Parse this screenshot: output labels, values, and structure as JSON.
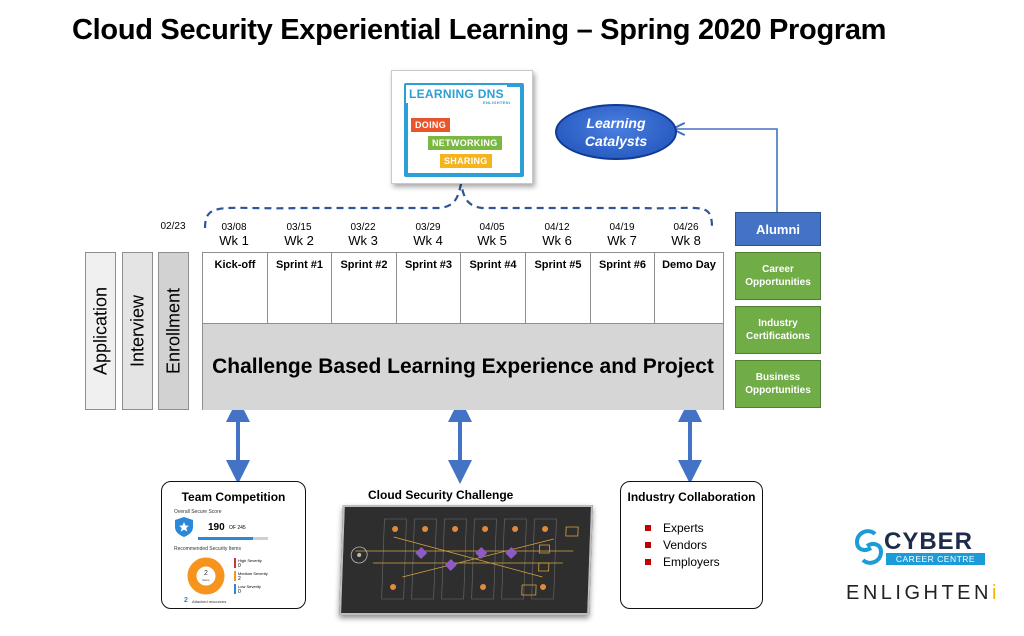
{
  "title": "Cloud Security Experiential Learning – Spring 2020 Program",
  "logo": {
    "top": "LEARNING",
    "dns": "DNS",
    "sub": "ENLIGHTENi",
    "bars": [
      {
        "label": "DOING",
        "color": "#e8552a"
      },
      {
        "label": "NETWORKING",
        "color": "#7bb843"
      },
      {
        "label": "SHARING",
        "color": "#f5b31e"
      }
    ]
  },
  "catalysts": {
    "line1": "Learning",
    "line2": "Catalysts"
  },
  "stages": [
    "Application",
    "Interview",
    "Enrollment"
  ],
  "pre_date": "02/23",
  "weeks": [
    {
      "date": "03/08",
      "week": "Wk 1",
      "label": "Kick-off"
    },
    {
      "date": "03/15",
      "week": "Wk 2",
      "label": "Sprint  #1"
    },
    {
      "date": "03/22",
      "week": "Wk 3",
      "label": "Sprint  #2"
    },
    {
      "date": "03/29",
      "week": "Wk 4",
      "label": "Sprint  #3"
    },
    {
      "date": "04/05",
      "week": "Wk 5",
      "label": "Sprint  #4"
    },
    {
      "date": "04/12",
      "week": "Wk 6",
      "label": "Sprint  #5"
    },
    {
      "date": "04/19",
      "week": "Wk 7",
      "label": "Sprint  #6"
    },
    {
      "date": "04/26",
      "week": "Wk 8",
      "label": "Demo Day"
    }
  ],
  "main_band": "Challenge Based Learning Experience and Project",
  "alumni": "Alumni",
  "outcomes": [
    {
      "line1": "Career",
      "line2": "Opportunities"
    },
    {
      "line1": "Industry",
      "line2": "Certifications"
    },
    {
      "line1": "Business",
      "line2": "Opportunities"
    }
  ],
  "team_competition": {
    "title": "Team Competition",
    "score_label": "Overall Secure Score",
    "score": "190",
    "score_of": "OF 245",
    "subtitle": "Recommended Security Items",
    "donut_value": "2",
    "donut_label": "Items",
    "legend": [
      {
        "label": "High Severity",
        "value": "0",
        "color": "#d13438"
      },
      {
        "label": "Medium Severity",
        "value": "2",
        "color": "#f7941d"
      },
      {
        "label": "Low Severity",
        "value": "0",
        "color": "#2b88d8"
      }
    ],
    "footer_value": "2",
    "footer_label": "Attacked resources"
  },
  "cloud_challenge": {
    "title": "Cloud Security Challenge"
  },
  "industry": {
    "title": "Industry Collaboration",
    "items": [
      "Experts",
      "Vendors",
      "Employers"
    ]
  },
  "brand": {
    "cyber": "CYBER",
    "career": "CAREER CENTRE",
    "enlighten": "ENLIGHTEN",
    "enlighten_i": "i"
  },
  "colors": {
    "arrow": "#4472c4",
    "alumni": "#4472c4",
    "outcome": "#70ad47",
    "dashed": "#2f5597"
  }
}
